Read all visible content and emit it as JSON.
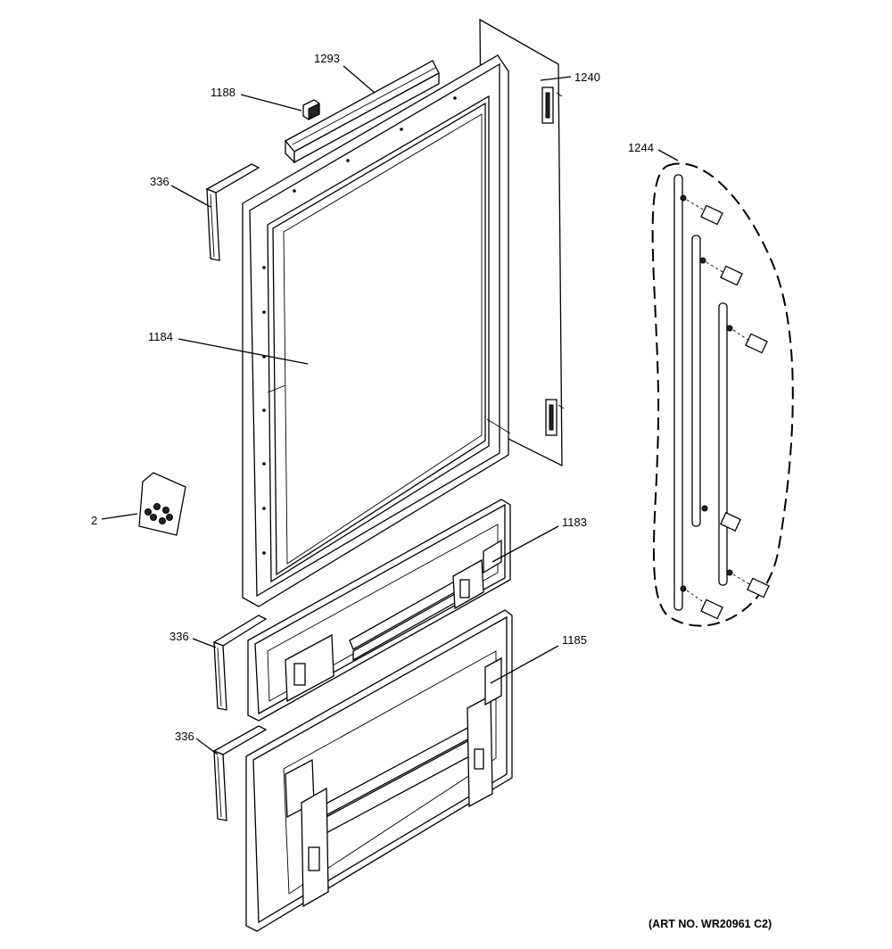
{
  "callouts": {
    "c1293": "1293",
    "c1188": "1188",
    "c1240": "1240",
    "c336a": "336",
    "c1244": "1244",
    "c1184": "1184",
    "c2": "2",
    "c1183": "1183",
    "c336b": "336",
    "c1185": "1185",
    "c336c": "336"
  },
  "art_number": "(ART NO. WR20961 C2)"
}
